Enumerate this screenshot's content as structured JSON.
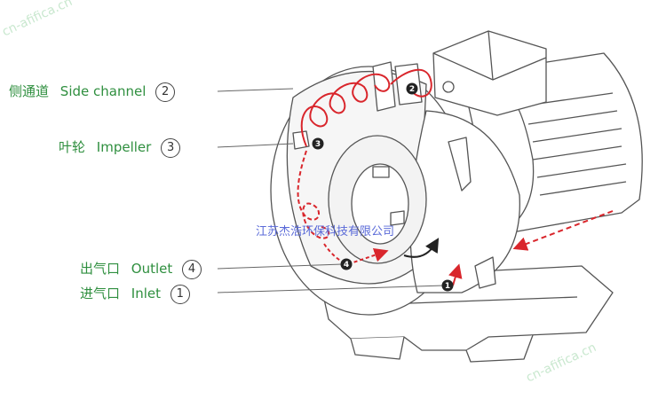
{
  "labels": [
    {
      "zh": "侧通道",
      "en": "Side channel",
      "num": "2"
    },
    {
      "zh": "叶轮",
      "en": "Impeller",
      "num": "3"
    },
    {
      "zh": "出气口",
      "en": "Outlet",
      "num": "4"
    },
    {
      "zh": "进气口",
      "en": "Inlet",
      "num": "1"
    }
  ],
  "company": "江苏杰浩环保科技有限公司",
  "watermark": "cn-afifica.cn",
  "diagram_markers": [
    "1",
    "2",
    "3",
    "4"
  ],
  "colors": {
    "label": "#2f8f3f",
    "flow": "#d9262c",
    "line": "#555555"
  }
}
